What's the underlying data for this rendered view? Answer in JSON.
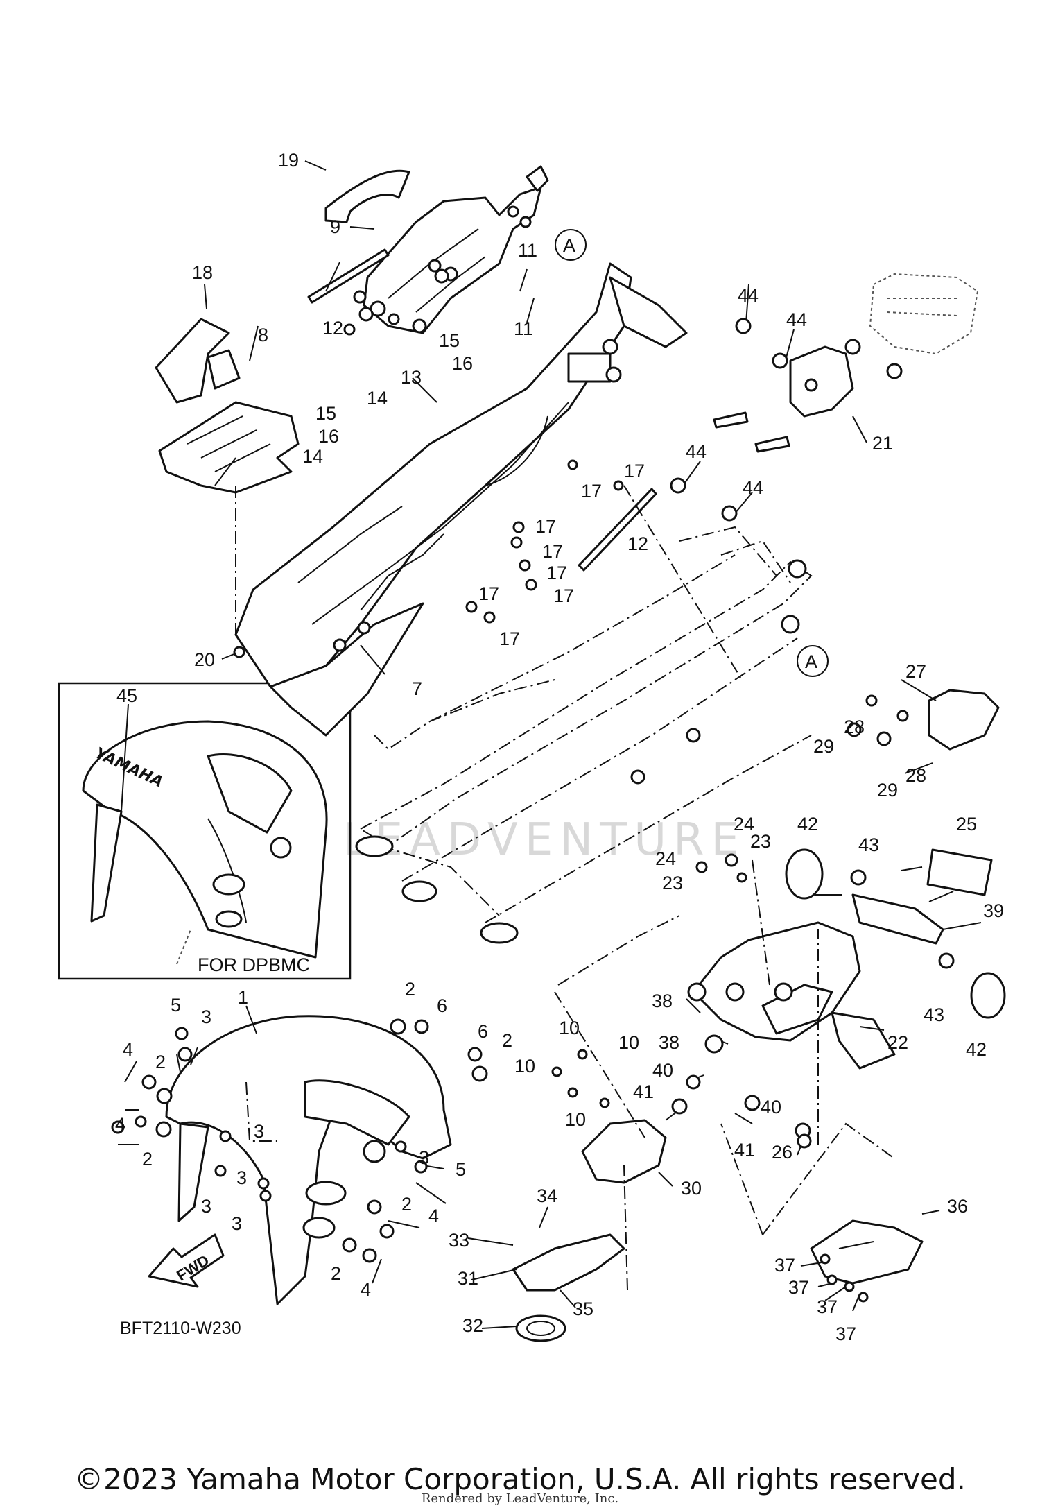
{
  "diagram_code": "BFT2110-W230",
  "inset_label": "FOR DPBMC",
  "fender_lettering": "YAMAHA",
  "fwd_label": "FWD",
  "reference_mark": "A",
  "watermark": "LEADVENTURE",
  "copyright": "©2023 Yamaha Motor Corporation, U.S.A. All rights reserved.",
  "rendered_by": "Rendered by LeadVenture, Inc.",
  "callouts": [
    "1",
    "2",
    "3",
    "4",
    "5",
    "6",
    "7",
    "8",
    "9",
    "10",
    "11",
    "12",
    "13",
    "14",
    "15",
    "16",
    "17",
    "18",
    "19",
    "20",
    "21",
    "22",
    "23",
    "24",
    "25",
    "26",
    "27",
    "28",
    "29",
    "30",
    "31",
    "32",
    "33",
    "34",
    "35",
    "36",
    "37",
    "38",
    "39",
    "40",
    "41",
    "42",
    "43",
    "44",
    "45"
  ]
}
